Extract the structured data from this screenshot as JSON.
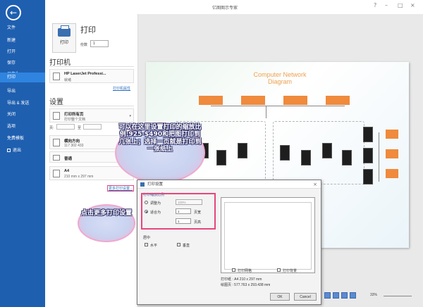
{
  "window": {
    "title": "亿图图示专家",
    "min": "–",
    "max": "□",
    "close": "×",
    "help": "?"
  },
  "sidebar": {
    "back": "←",
    "items": [
      {
        "label": "文件"
      },
      {
        "label": "新建"
      },
      {
        "label": "打开"
      },
      {
        "label": "保存"
      },
      {
        "label": "另存为"
      },
      {
        "label": "打印"
      },
      {
        "label": "导出"
      },
      {
        "label": "导出 & 发送"
      },
      {
        "label": "关闭"
      },
      {
        "label": "选项"
      },
      {
        "label": "免费模板"
      },
      {
        "label": "退出"
      }
    ]
  },
  "print_panel": {
    "print_button": "打印",
    "heading": "打印",
    "copies_label": "份数",
    "copies_value": "1",
    "printer_heading": "打印机",
    "printer_name": "HP LaserJet Professi...",
    "printer_status": "就绪",
    "printer_props": "打印机属性",
    "settings_heading": "设置",
    "opt1_title": "打印所有页",
    "opt1_sub": "打印整个文档",
    "pages_label": "页:",
    "pages_to": "至",
    "opt2_title": "横向方向",
    "opt2_sub": "117 302 433",
    "opt3_title": "普通",
    "opt4_title": "A4",
    "opt4_sub": "210 mm x 297 mm",
    "more_settings": "更多打印设置..."
  },
  "diagram": {
    "title": "Computer Network Diagram"
  },
  "bubbles": {
    "top_text": "可以在这里设置打印的缩放比例:925-$490和把图打印到几张上；选择一页就是打印到一张纸上",
    "bottom_text": "点击更多打印设置"
  },
  "dialog": {
    "title": "打印设置",
    "close": "×",
    "scale_group": "打印缩放比例",
    "adjust_label": "调整为",
    "adjust_value": "100%",
    "fit_label": "适合为",
    "fit_w": "1",
    "fit_w_unit": "页宽",
    "fit_h": "1",
    "fit_h_unit": "页高",
    "center_label": "居中",
    "center_opt1": "水平",
    "center_opt2": "垂直",
    "chk1": "打印网格",
    "chk2": "打印背景",
    "paper_info1": "打印纸 : A4 210 x 297 mm",
    "paper_info2": "绘图页 : 577.763 x 293.438 mm",
    "ok": "OK",
    "cancel": "Cancel"
  },
  "statusbar": {
    "zoom": "33%"
  }
}
